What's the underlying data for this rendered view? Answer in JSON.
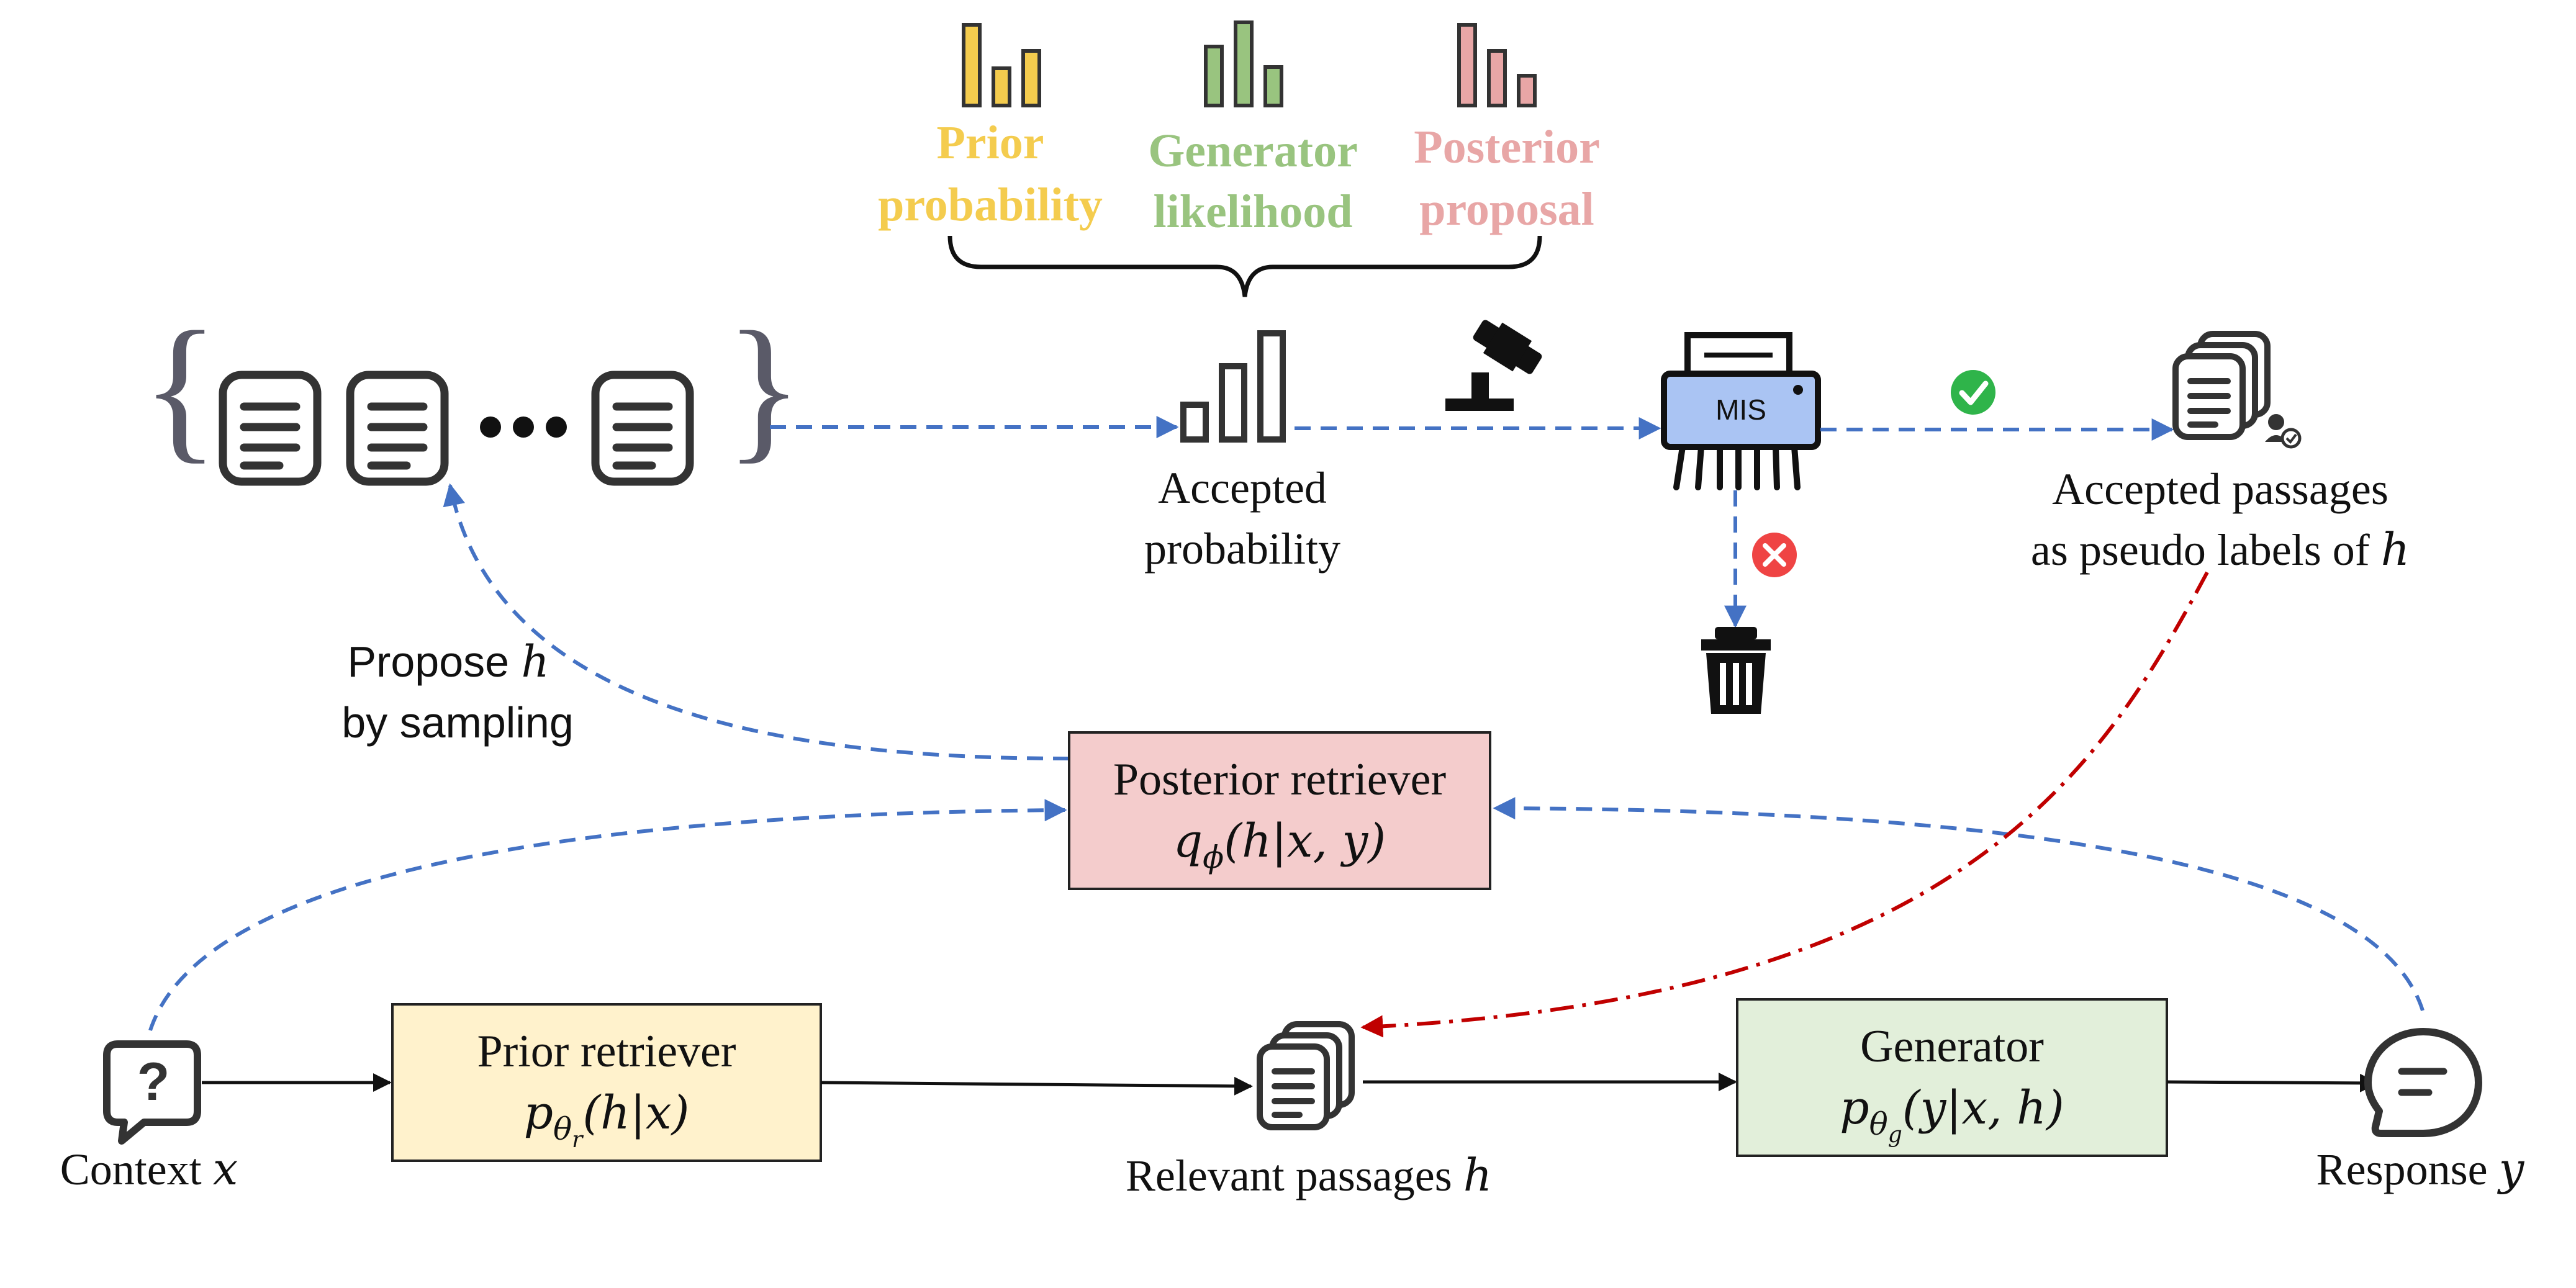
{
  "colors": {
    "flow_arrow": "#4472c4",
    "pseudo_label_arrow": "#c00000",
    "prior_yellow": "#f4cc4e",
    "generator_green": "#99c47f",
    "posterior_pink": "#e8a6a6",
    "prior_box_fill": "#fff2cc",
    "generator_box_fill": "#e2efda",
    "posterior_box_fill": "#f4cccc",
    "icon_dark": "#333333",
    "accept_check": "#2fb44a",
    "reject_cross": "#ef4444",
    "mis_blue": "#aac4f3"
  },
  "top_metrics": {
    "prior": [
      "Prior",
      "probability"
    ],
    "generator": [
      "Generator",
      "likelihood"
    ],
    "posterior": [
      "Posterior",
      "proposal"
    ]
  },
  "labels": {
    "accepted_probability": [
      "Accepted",
      "probability"
    ],
    "mis": "MIS",
    "accepted_passages": [
      "Accepted passages",
      "as pseudo labels of "
    ],
    "accepted_passages_var": "h",
    "propose": [
      "Propose ",
      "by sampling"
    ],
    "propose_var": "h"
  },
  "boxes": {
    "posterior": {
      "title": "Posterior retriever",
      "formula": "qϕ(h|x, y)"
    },
    "prior": {
      "title": "Prior retriever",
      "formula": "pθr(h|x)"
    },
    "generator": {
      "title": "Generator",
      "formula": "pθg(y|x, h)"
    }
  },
  "nodes": {
    "context": {
      "label": "Context ",
      "var": "x"
    },
    "relevant": {
      "label": "Relevant passages ",
      "var": "h"
    },
    "response": {
      "label": "Response ",
      "var": "y"
    }
  },
  "icons": {
    "doc": "document-icon",
    "bars": "bar-chart-icon",
    "gavel": "gavel-icon",
    "shredder": "shredder-icon",
    "accept": "check-circle-icon",
    "reject": "x-circle-icon",
    "trash": "trash-icon",
    "stack": "document-stack-icon",
    "question": "question-bubble-icon",
    "chat": "chat-bubble-icon"
  }
}
